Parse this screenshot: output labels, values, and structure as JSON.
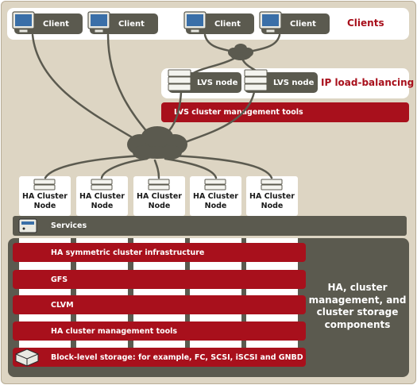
{
  "clients": {
    "label": "Clients",
    "items": [
      "Client",
      "Client",
      "Client",
      "Client"
    ]
  },
  "lvs": {
    "label": "IP load-balancing",
    "nodes": [
      "LVS node",
      "LVS node"
    ],
    "tools": "LVS cluster management tools"
  },
  "cluster": {
    "nodes": [
      "HA Cluster\nNode",
      "HA Cluster\nNode",
      "HA Cluster\nNode",
      "HA Cluster\nNode",
      "HA Cluster\nNode"
    ],
    "services": "Services",
    "layers": [
      "HA symmetric cluster infrastructure",
      "GFS",
      "CLVM",
      "HA cluster management tools",
      "Block-level storage: for example, FC, SCSI, iSCSI and GNBD"
    ],
    "side_label": "HA, cluster\nmanagement, and\ncluster storage\ncomponents"
  },
  "colors": {
    "frame": "#ddd5c3",
    "dark": "#5b5a4f",
    "red": "#a8101c",
    "line": "#5b5a4f"
  }
}
